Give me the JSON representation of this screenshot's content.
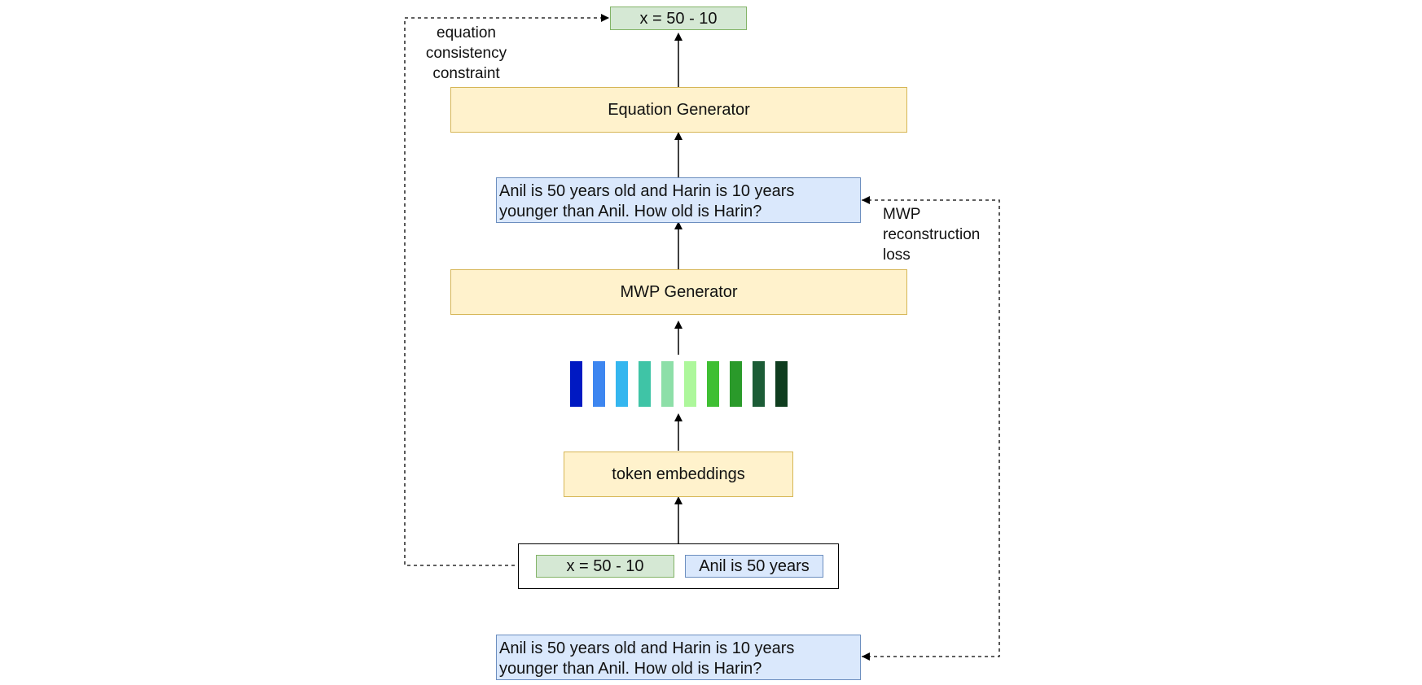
{
  "nodes": {
    "equation_output": "x = 50 - 10",
    "equation_generator": "Equation Generator",
    "mwp_text": {
      "line1": "Anil is 50 years old and Harin is 10 years",
      "line2": "younger than Anil. How old is Harin?"
    },
    "mwp_generator": "MWP Generator",
    "token_embeddings": "token embeddings",
    "input_equation": "x = 50 - 10",
    "input_text": "Anil is 50 years",
    "target_mwp": {
      "line1": "Anil is 50 years old and Harin is 10 years",
      "line2": "younger than Anil. How old is Harin?"
    }
  },
  "labels": {
    "equation_constraint": [
      "equation",
      "consistency",
      "constraint"
    ],
    "mwp_loss": [
      "MWP",
      "reconstruction",
      "loss"
    ]
  },
  "embedding_colors": [
    "#0019c2",
    "#3d86f0",
    "#34b6ef",
    "#3fc4a6",
    "#8ddfa8",
    "#adf79b",
    "#3fbf33",
    "#2a9a2a",
    "#1c5c36",
    "#0f3d1f"
  ],
  "colors": {
    "green_fill": "#d5e8d4",
    "green_stroke": "#82b366",
    "yellow_fill": "#fff2cc",
    "yellow_stroke": "#d6b656",
    "blue_fill": "#dae8fc",
    "blue_stroke": "#6c8ebf"
  }
}
